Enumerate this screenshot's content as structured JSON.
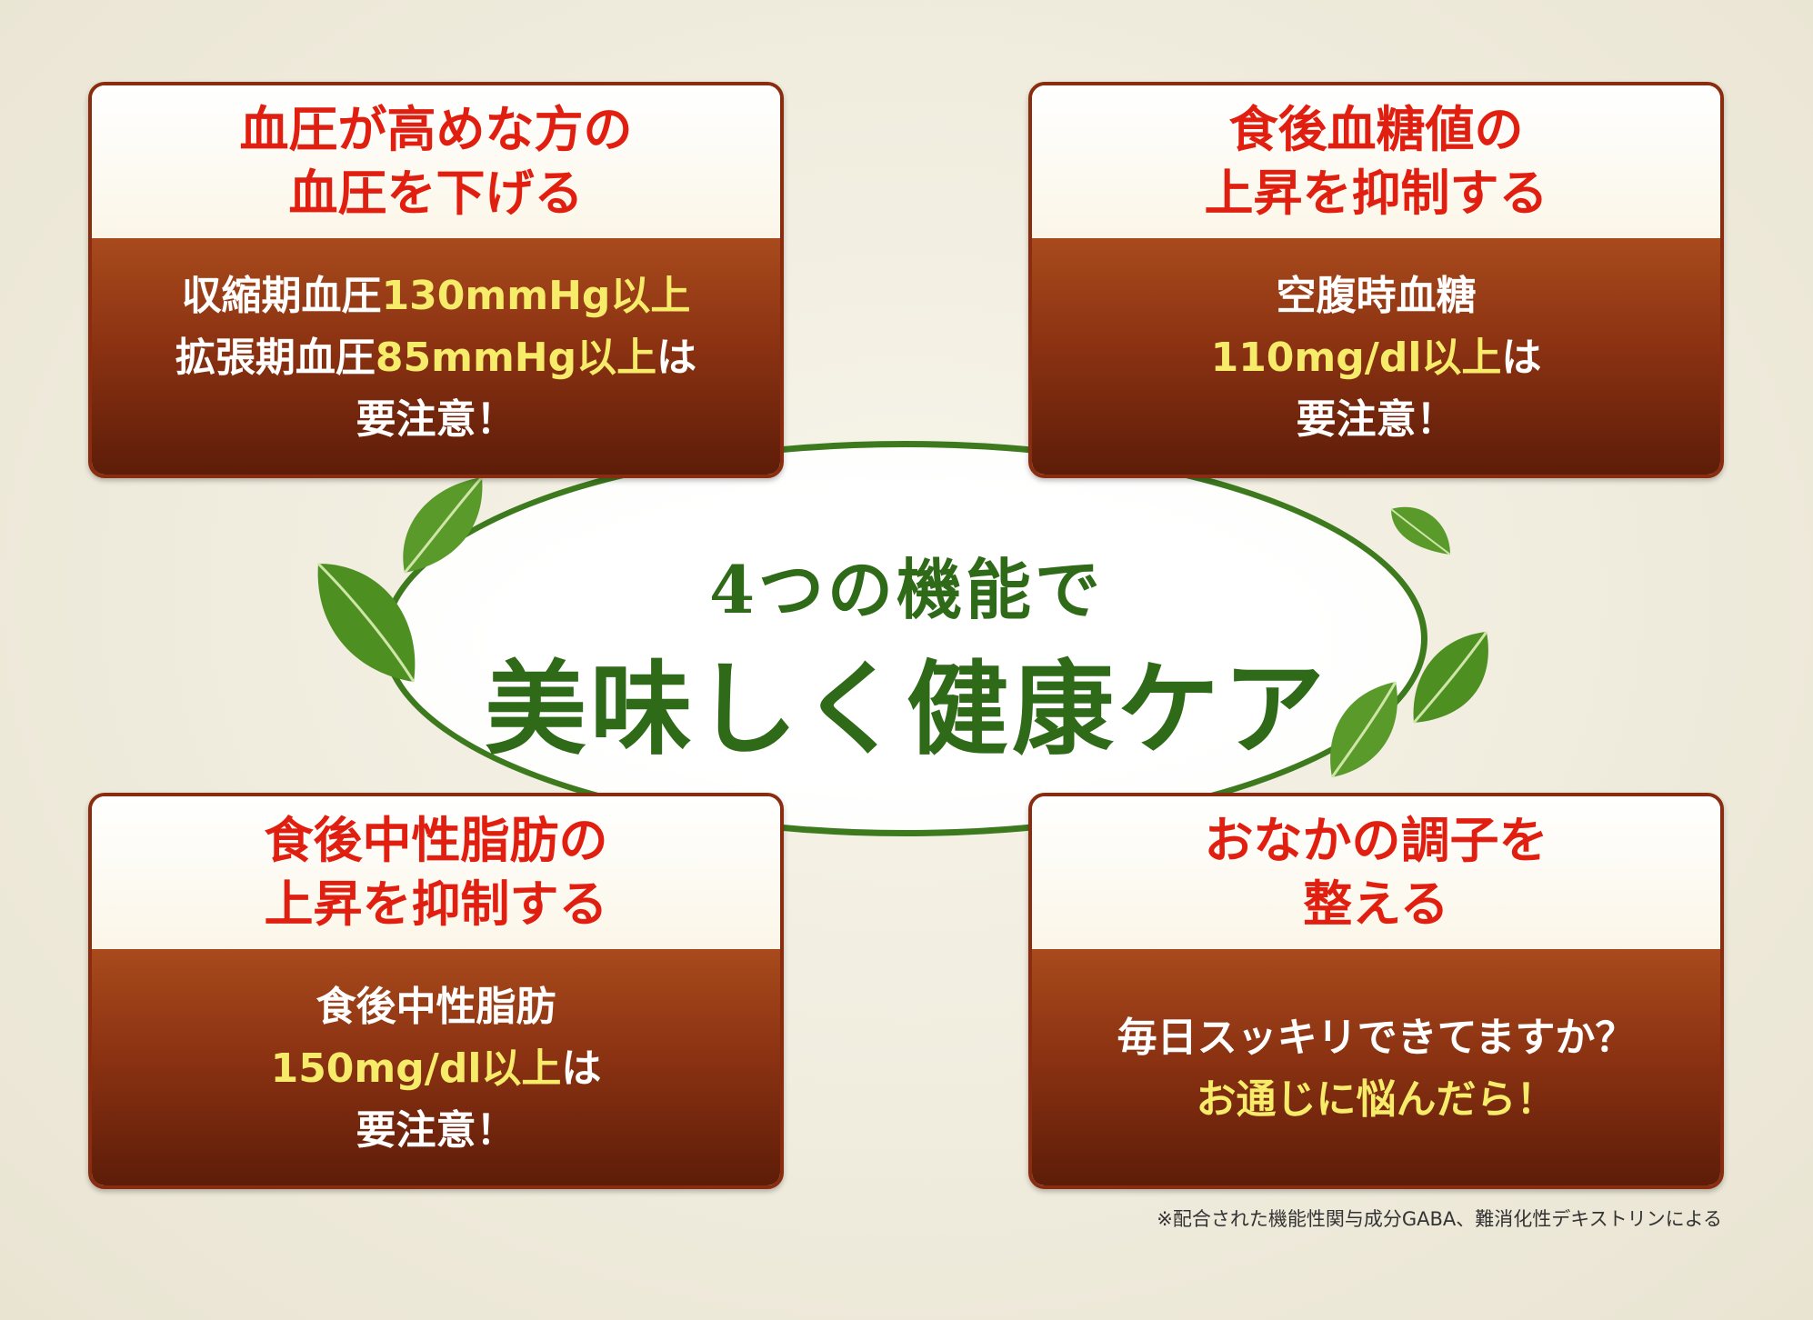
{
  "center": {
    "line1": "4つの機能で",
    "line2": "美味しく健康ケア"
  },
  "cards": [
    {
      "title": [
        "血圧が高めな方の",
        "血圧を下げる"
      ],
      "body": [
        [
          {
            "t": "収縮期血圧",
            "hl": false
          },
          {
            "t": "130mmHg以上",
            "hl": true
          }
        ],
        [
          {
            "t": "拡張期血圧",
            "hl": false
          },
          {
            "t": "85mmHg以上",
            "hl": true
          },
          {
            "t": "は",
            "hl": false
          }
        ],
        [
          {
            "t": "要注意！",
            "hl": false
          }
        ]
      ]
    },
    {
      "title": [
        "食後血糖値の",
        "上昇を抑制する"
      ],
      "body": [
        [
          {
            "t": "空腹時血糖",
            "hl": false
          }
        ],
        [
          {
            "t": "110mg/dl以上",
            "hl": true
          },
          {
            "t": "は",
            "hl": false
          }
        ],
        [
          {
            "t": "要注意！",
            "hl": false
          }
        ]
      ]
    },
    {
      "title": [
        "食後中性脂肪の",
        "上昇を抑制する"
      ],
      "body": [
        [
          {
            "t": "食後中性脂肪",
            "hl": false
          }
        ],
        [
          {
            "t": "150mg/dl以上",
            "hl": true
          },
          {
            "t": "は",
            "hl": false
          }
        ],
        [
          {
            "t": "要注意！",
            "hl": false
          }
        ]
      ]
    },
    {
      "title": [
        "おなかの調子を",
        "整える"
      ],
      "body": [
        [
          {
            "t": "毎日スッキリできてますか？",
            "hl": false
          }
        ],
        [
          {
            "t": "お通じに悩んだら！",
            "hl": true
          }
        ]
      ]
    }
  ],
  "footnote": "※配合された機能性関与成分GABA、難消化性デキストリンによる",
  "colors": {
    "title_red": "#e11f10",
    "highlight_yellow": "#f6ec6a",
    "green": "#2e6a17",
    "brown": "#8b3212"
  }
}
